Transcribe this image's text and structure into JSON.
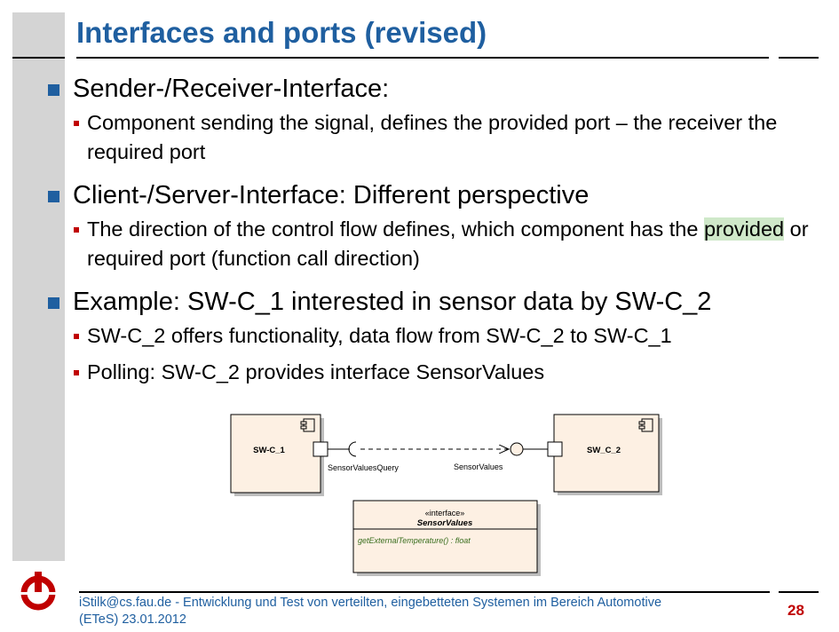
{
  "slide": {
    "title": "Interfaces and ports (revised)",
    "bullets": [
      {
        "text": "Sender-/Receiver-Interface:",
        "sub": [
          "Component sending the signal, defines the provided port – the receiver the required port"
        ]
      },
      {
        "text": "Client-/Server-Interface: Different perspective",
        "sub_highlight": {
          "before": "The direction of the control flow defines, which component has the ",
          "highlight": "provided",
          "after": " or required port (function call direction)"
        }
      },
      {
        "text": "Example: SW-C_1 interested in sensor data by SW-C_2",
        "sub": [
          "SW-C_2 offers functionality, data flow from SW-C_2 to SW-C_1",
          "Polling: SW-C_2 provides interface SensorValues"
        ]
      }
    ]
  },
  "diagram": {
    "component1": "SW-C_1",
    "component2": "SW_C_2",
    "required_port_label": "SensorValuesQuery",
    "provided_port_label": "SensorValues",
    "interface_stereotype": "«interface»",
    "interface_name": "SensorValues",
    "interface_operation": "getExternalTemperature() : float"
  },
  "footer": {
    "line1": "iStilk@cs.fau.de - Entwicklung und Test von verteilten, eingebetteten Systemen im Bereich Automotive",
    "line2": "(ETeS) 23.01.2012",
    "page": "28"
  },
  "colors": {
    "accent": "#1f5fa0",
    "bullet_red": "#c00000",
    "box_fill": "#fdf0e3",
    "highlight": "#cfe8c9"
  }
}
